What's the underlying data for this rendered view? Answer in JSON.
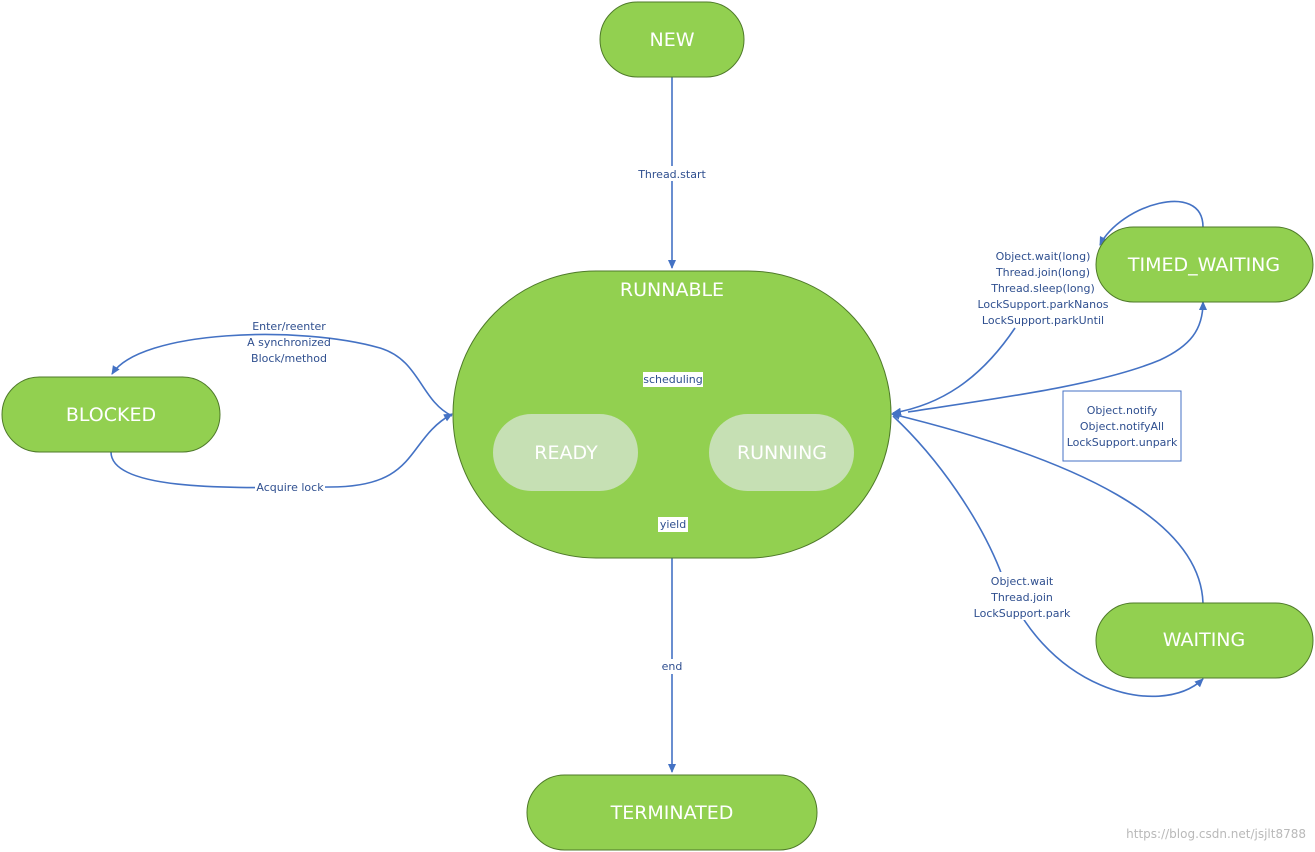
{
  "states": {
    "new": "NEW",
    "runnable": "RUNNABLE",
    "ready": "READY",
    "running": "RUNNING",
    "blocked": "BLOCKED",
    "timed_waiting": "TIMED_WAITING",
    "waiting": "WAITING",
    "terminated": "TERMINATED"
  },
  "transitions": {
    "start": "Thread.start",
    "scheduling": "scheduling",
    "yield": "yield",
    "end": "end",
    "enter_block": [
      "Enter/reenter",
      "A synchronized",
      "Block/method"
    ],
    "acquire_lock": "Acquire lock",
    "timed_wait": [
      "Object.wait(long)",
      "Thread.join(long)",
      "Thread.sleep(long)",
      "LockSupport.parkNanos",
      "LockSupport.parkUntil"
    ],
    "notify": [
      "Object.notify",
      "Object.notifyAll",
      "LockSupport.unpark"
    ],
    "wait": [
      "Object.wait",
      "Thread.join",
      "LockSupport.park"
    ]
  },
  "watermark": "https://blog.csdn.net/jsjlt8788"
}
